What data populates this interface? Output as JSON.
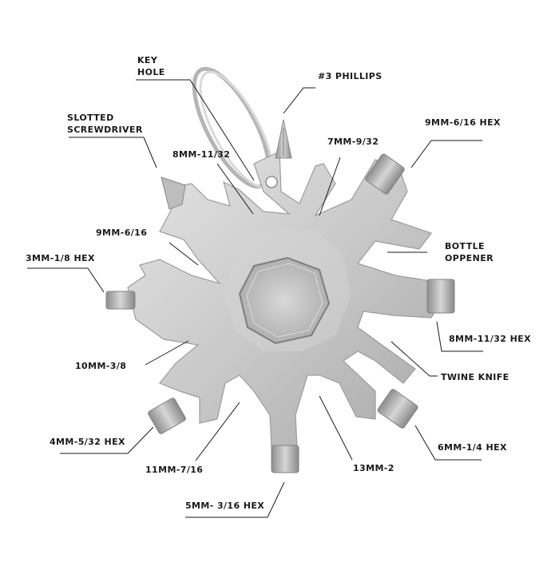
{
  "labels": {
    "key_hole": [
      "KEY",
      "HOLE"
    ],
    "phillips": "#3 PHILLIPS",
    "slotted": [
      "SLOTTED",
      "SCREWDRIVER"
    ],
    "hex_9_6_16": "9MM-6/16 HEX",
    "w_8_11_32": "8MM-11/32",
    "w_7_9_32": "7MM-9/32",
    "w_9_6_16": "9MM-6/16",
    "bottle": [
      "BOTTLE",
      "OPPENER"
    ],
    "hex_3_1_8": "3MM-1/8 HEX",
    "hex_8_11_32": "8MM-11/32 HEX",
    "w_10_3_8": "10MM-3/8",
    "twine": "TWINE KNIFE",
    "hex_4_5_32": "4MM-5/32 HEX",
    "hex_6_1_4": "6MM-1/4 HEX",
    "w_11_7_16": "11MM-7/16",
    "w_13_2": "13MM-2",
    "hex_5_3_16": "5MM- 3/16 HEX"
  },
  "colors": {
    "metal_light": "#dcdcdc",
    "metal_mid": "#c2c2c2",
    "metal_dark": "#9a9a9a",
    "leader": "#1a1a1a"
  }
}
